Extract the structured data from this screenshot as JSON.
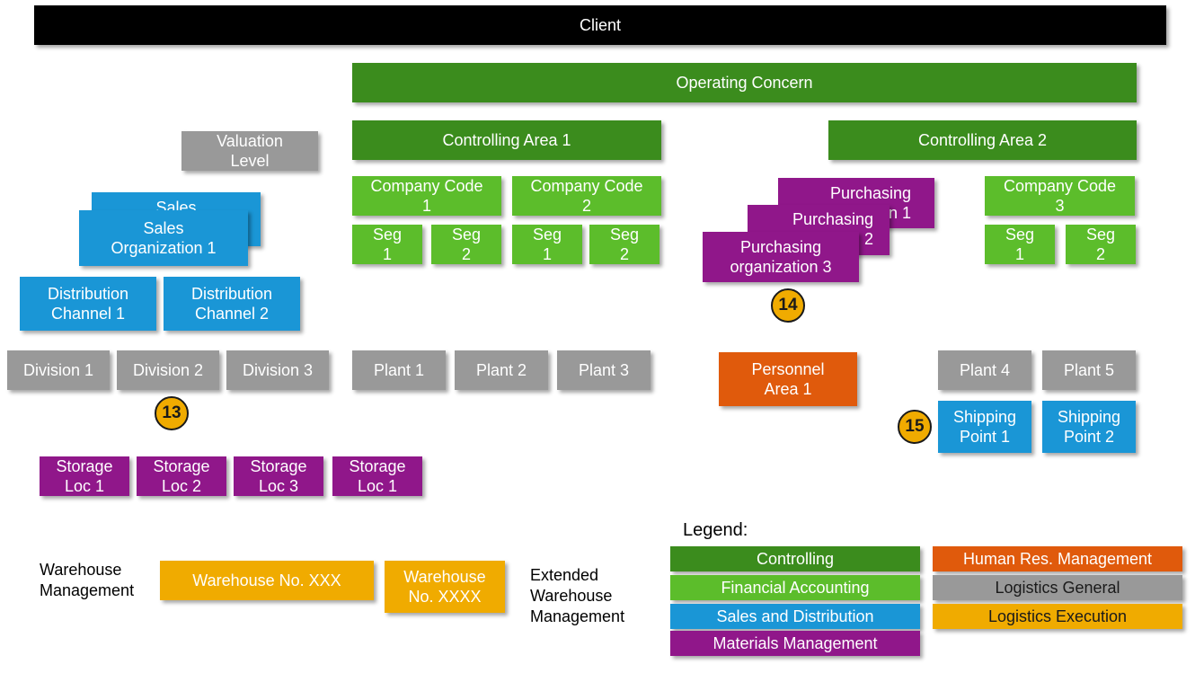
{
  "client": "Client",
  "operating_concern": "Operating Concern",
  "valuation_level": "Valuation\nLevel",
  "controlling_areas": [
    "Controlling Area 1",
    "Controlling Area 2"
  ],
  "company_codes": [
    "Company Code\n1",
    "Company Code\n2",
    "Company Code\n3"
  ],
  "segments": [
    "Seg\n1",
    "Seg\n2",
    "Seg\n1",
    "Seg\n2",
    "Seg\n1",
    "Seg\n2"
  ],
  "sales_orgs": [
    "Sales",
    "Sales\nOrganization 1"
  ],
  "distribution_channels": [
    "Distribution\nChannel 1",
    "Distribution\nChannel 2"
  ],
  "divisions": [
    "Division 1",
    "Division 2",
    "Division 3"
  ],
  "plants": [
    "Plant 1",
    "Plant 2",
    "Plant 3",
    "Plant 4",
    "Plant 5"
  ],
  "purchasing_orgs": [
    "Purchasing\nn 1",
    "Purchasing\n2",
    "Purchasing\norganization 3"
  ],
  "personnel_area": "Personnel\nArea 1",
  "shipping_points": [
    "Shipping\nPoint 1",
    "Shipping\nPoint 2"
  ],
  "storage_locs": [
    "Storage\nLoc 1",
    "Storage\nLoc 2",
    "Storage\nLoc 3",
    "Storage\nLoc 1"
  ],
  "badges": [
    "13",
    "14",
    "15"
  ],
  "warehouse_management_label": "Warehouse\nManagement",
  "warehouse_no_xxx": "Warehouse No. XXX",
  "warehouse_no_xxxx": "Warehouse\nNo. XXXX",
  "extended_warehouse_label": "Extended\nWarehouse\nManagement",
  "legend": {
    "title": "Legend:",
    "items": [
      {
        "label": "Controlling",
        "color": "#3b8c1d"
      },
      {
        "label": "Financial Accounting",
        "color": "#5cbd2b"
      },
      {
        "label": "Sales and Distribution",
        "color": "#1a96d6"
      },
      {
        "label": "Materials Management",
        "color": "#90178a"
      },
      {
        "label": "Human Res. Management",
        "color": "#e05a0c"
      },
      {
        "label": "Logistics General",
        "color": "#999999"
      },
      {
        "label": "Logistics Execution",
        "color": "#f0ab00"
      }
    ]
  }
}
